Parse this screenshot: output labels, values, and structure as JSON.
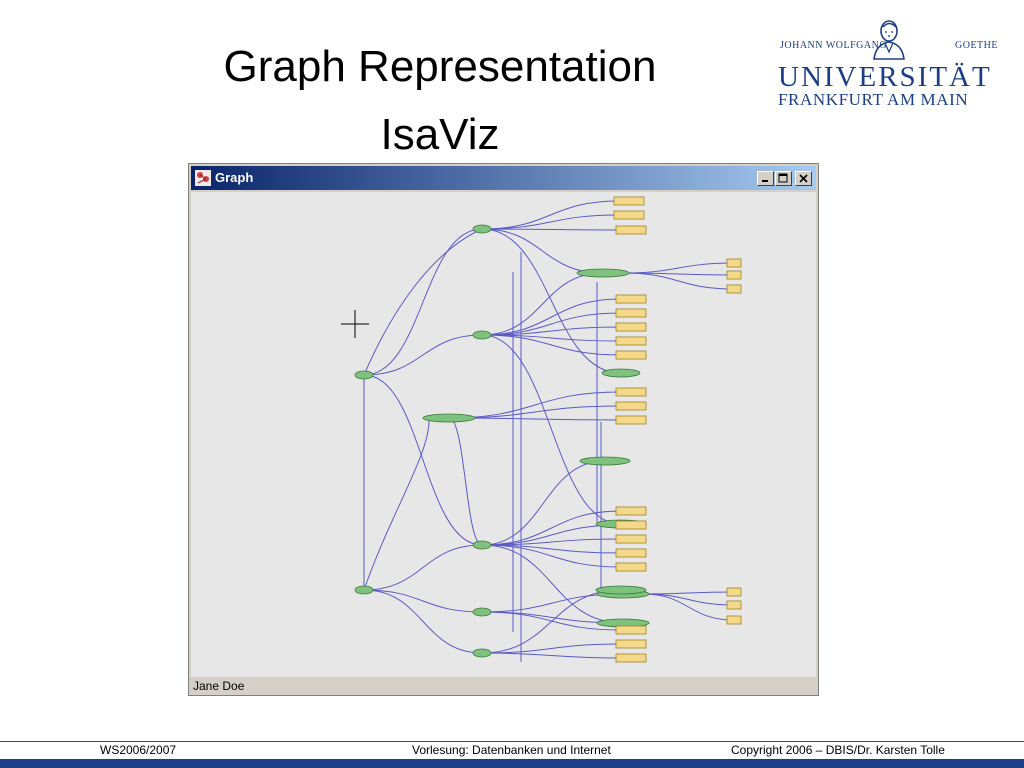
{
  "slide": {
    "title_line1": "Graph Representation",
    "title_line2": "IsaViz"
  },
  "logo": {
    "top_left": "JOHANN WOLFGANG",
    "top_right": "GOETHE",
    "university": "UNIVERSITÄT",
    "city": "FRANKFURT AM MAIN",
    "color": "#1a3f88"
  },
  "window": {
    "title": "Graph",
    "app_icon": "isaviz-app-icon",
    "buttons": {
      "minimize": "minimize-icon",
      "maximize": "maximize-icon",
      "close": "close-icon"
    },
    "status_text": "Jane Doe",
    "colors": {
      "edge": "#5a5ac8",
      "resource_node": "#7fc27f",
      "literal_node": "#f5d98a"
    }
  },
  "footer": {
    "semester": "WS2006/2007",
    "course": "Vorlesung: Datenbanken und Internet",
    "copyright": "Copyright 2006 – DBIS/Dr. Karsten Tolle"
  }
}
